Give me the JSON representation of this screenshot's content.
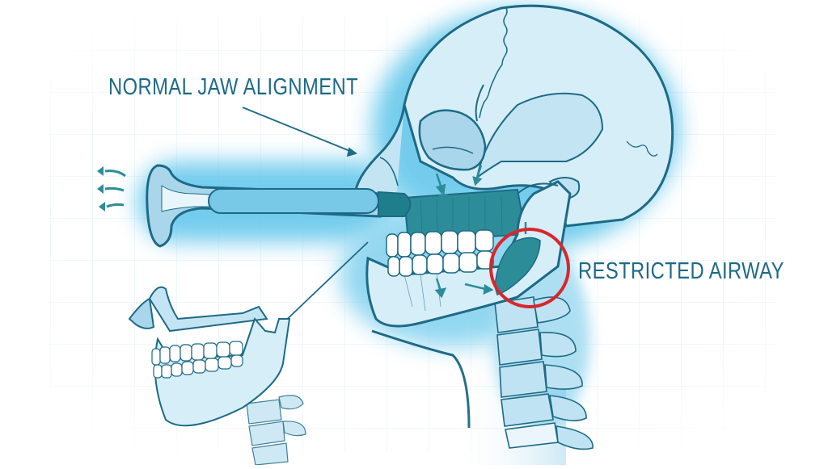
{
  "figure": {
    "type": "medical-illustration",
    "subject": "Nasal airway (nasopharyngeal) device with skull showing jaw and airway",
    "labels": {
      "normal_jaw": "NORMAL JAW ALIGNMENT",
      "restricted_airway": "RESTRICTED AIRWAY"
    },
    "colors": {
      "line": "#1d6a86",
      "bone_fill": "#d6eef8",
      "bone_shade": "#a9d6ea",
      "glow": "#5cc4ea",
      "tissue_dark": "#2c8d98",
      "highlight_circle": "#d9262b",
      "grid": "#e3eef3",
      "label_text": "#1d6a86"
    },
    "icons": {
      "airflow_arrows": "curved-left-arrows",
      "flow_arrows": "small-teal-arrows"
    }
  }
}
